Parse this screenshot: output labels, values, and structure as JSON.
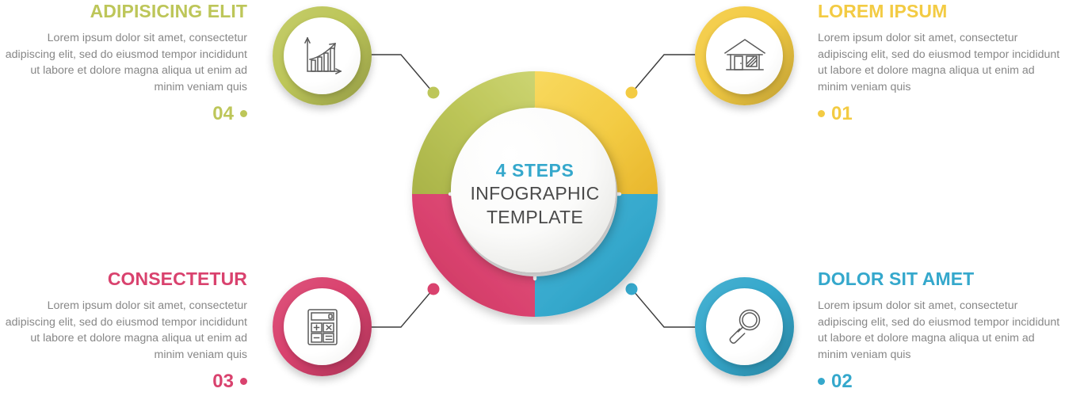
{
  "center": {
    "line1": "4 STEPS",
    "line2": "INFOGRAPHIC",
    "line3": "TEMPLATE",
    "line1_color": "#35a8cc",
    "line2_color": "#4a4a4a"
  },
  "body_text": "Lorem ipsum dolor sit amet, consectetur adipiscing elit, sed do eiusmod tempor incididunt ut labore et dolore magna aliqua ut enim ad minim veniam quis",
  "steps": [
    {
      "number": "01",
      "title": "LOREM IPSUM",
      "body": "Lorem ipsum dolor sit amet, consectetur adipiscing elit, sed do eiusmod tempor incididunt ut labore et dolore magna aliqua ut enim ad minim veniam quis",
      "color": "#f3cb43",
      "icon": "house-icon",
      "position": "top-right"
    },
    {
      "number": "02",
      "title": "DOLOR SIT AMET",
      "body": "Lorem ipsum dolor sit amet, consectetur adipiscing elit, sed do eiusmod tempor incididunt ut labore et dolore magna aliqua ut enim ad minim veniam quis",
      "color": "#35a8cc",
      "icon": "magnifier-icon",
      "position": "bottom-right"
    },
    {
      "number": "03",
      "title": "CONSECTETUR",
      "body": "Lorem ipsum dolor sit amet, consectetur adipiscing elit, sed do eiusmod tempor incididunt ut labore et dolore magna aliqua ut enim ad minim veniam quis",
      "color": "#d9426e",
      "icon": "calculator-icon",
      "position": "bottom-left"
    },
    {
      "number": "04",
      "title": "ADIPISICING ELIT",
      "body": "Lorem ipsum dolor sit amet, consectetur adipiscing elit, sed do eiusmod tempor incididunt ut labore et dolore magna aliqua ut enim ad minim veniam quis",
      "color": "#bdc659",
      "icon": "bar-chart-growth-icon",
      "position": "top-left"
    }
  ],
  "palette": {
    "green": "#bdc659",
    "yellow": "#f3cb43",
    "blue": "#35a8cc",
    "pink": "#d9426e",
    "body_gray": "#878787",
    "dark_gray": "#4a4a4a",
    "line": "#3c3c3c",
    "icon_stroke": "#5a5a5a"
  },
  "chart_data": {
    "type": "pie",
    "title": "4 STEPS INFOGRAPHIC TEMPLATE",
    "categories": [
      "01 LOREM IPSUM",
      "02 DOLOR SIT AMET",
      "03 CONSECTETUR",
      "04 ADIPISICING ELIT"
    ],
    "values": [
      25,
      25,
      25,
      25
    ],
    "colors": [
      "#f3cb43",
      "#35a8cc",
      "#d9426e",
      "#bdc659"
    ],
    "legend": "outer labels",
    "donut": true
  }
}
